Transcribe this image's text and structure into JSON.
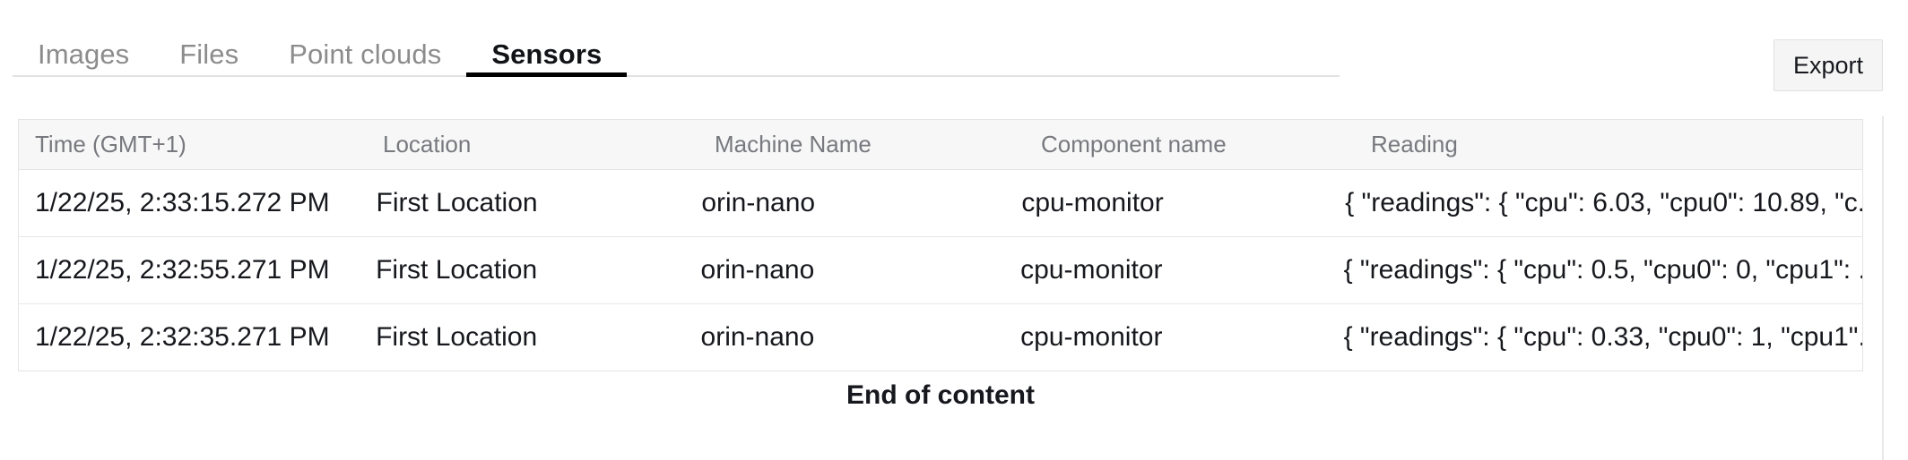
{
  "tabs": {
    "items": [
      {
        "label": "Images",
        "active": false
      },
      {
        "label": "Files",
        "active": false
      },
      {
        "label": "Point clouds",
        "active": false
      },
      {
        "label": "Sensors",
        "active": true
      }
    ]
  },
  "toolbar": {
    "export_label": "Export"
  },
  "table": {
    "columns": [
      "Time (GMT+1)",
      "Location",
      "Machine Name",
      "Component name",
      "Reading"
    ],
    "rows": [
      {
        "time": "1/22/25, 2:33:15.272 PM",
        "location": "First Location",
        "machine_name": "orin-nano",
        "component_name": "cpu-monitor",
        "reading": "{ \"readings\": { \"cpu\": 6.03, \"cpu0\": 10.89, \"c.."
      },
      {
        "time": "1/22/25, 2:32:55.271 PM",
        "location": "First Location",
        "machine_name": "orin-nano",
        "component_name": "cpu-monitor",
        "reading": "{ \"readings\": { \"cpu\": 0.5, \"cpu0\": 0, \"cpu1\": .."
      },
      {
        "time": "1/22/25, 2:32:35.271 PM",
        "location": "First Location",
        "machine_name": "orin-nano",
        "component_name": "cpu-monitor",
        "reading": "{ \"readings\": { \"cpu\": 0.33, \"cpu0\": 1, \"cpu1\".."
      }
    ]
  },
  "footer": {
    "end_of_content": "End of content"
  },
  "colors": {
    "active_tab_underline": "#000000",
    "inactive_tab_text": "#8c8c8c",
    "header_background": "#f7f7f7",
    "header_text": "#77797e",
    "border": "#e4e4e4",
    "button_background": "#f5f5f5"
  }
}
